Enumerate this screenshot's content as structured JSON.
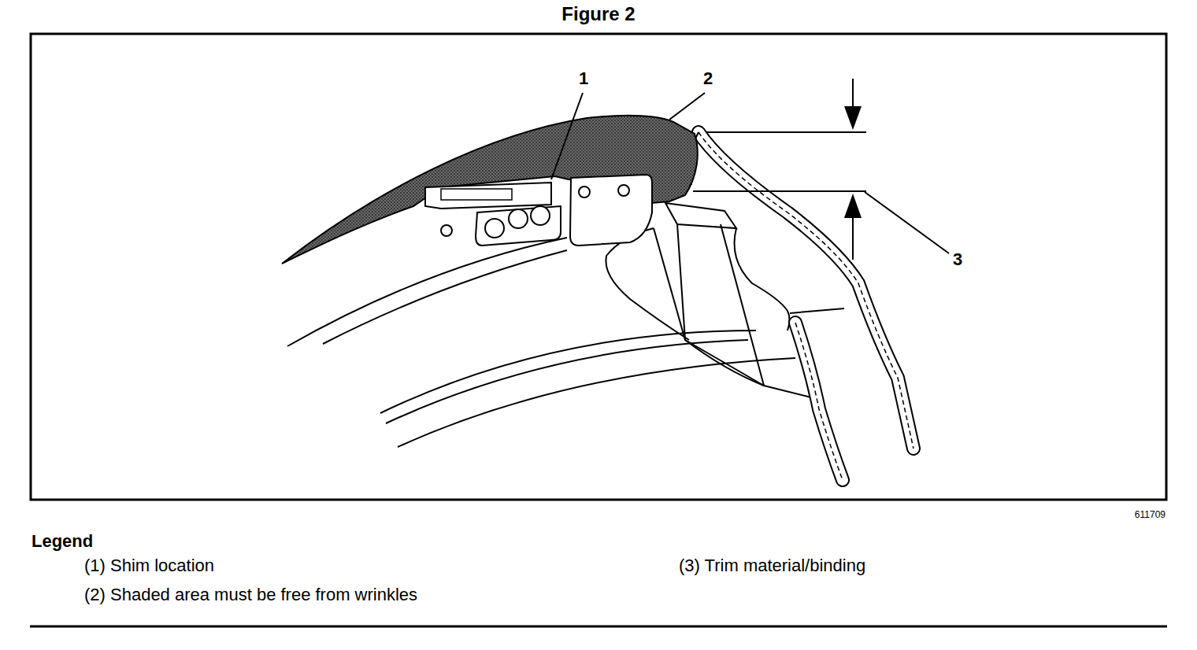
{
  "diagram": {
    "title": "Figure 2",
    "labels": [
      "1",
      "2",
      "3",
      "611709",
      "Legend"
    ],
    "legend": [
      {
        "text": "(1) Shim location"
      },
      {
        "text": "(2) Shaded area must be free from wrinkles"
      },
      {
        "text": "(3) Trim material/binding"
      }
    ]
  }
}
